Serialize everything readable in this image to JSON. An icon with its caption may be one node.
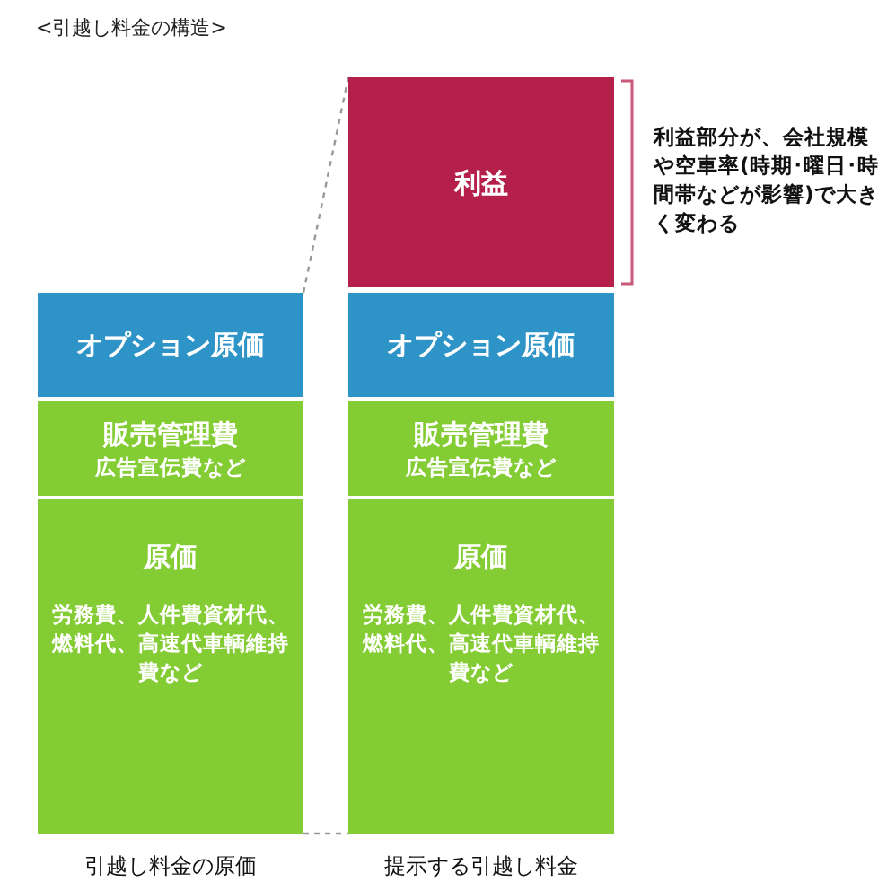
{
  "diagram": {
    "title": "<引越し料金の構造>",
    "nodes": [
      {
        "text": [
          "オプション原価"
        ]
      },
      {
        "text": [
          "販売管理費",
          "広告宣伝費など"
        ]
      },
      {
        "text": [
          "原価",
          "労務費、人件費資材代、燃料代、高速代車輌維持費など"
        ]
      },
      {
        "text": [
          "利益"
        ],
        "beside": [
          "利益部分が、会社規模や空車率(時期･曜日･時間帯などが影響)で大きく変わる"
        ]
      },
      {
        "text": [
          "オプション原価"
        ]
      },
      {
        "text": [
          "販売管理費",
          "広告宣伝費など"
        ]
      },
      {
        "text": [
          "原価",
          "労務費、人件費資材代、燃料代、高速代車輌維持費など"
        ]
      }
    ],
    "edges": [
      {
        "from": 0,
        "to": 3,
        "arrow": "none",
        "style": "dashed"
      },
      {
        "from": 2,
        "to": 6,
        "arrow": "none",
        "style": "dashed"
      }
    ],
    "labels": [
      "引越し料金の原価",
      "提示する引越し料金"
    ]
  }
}
